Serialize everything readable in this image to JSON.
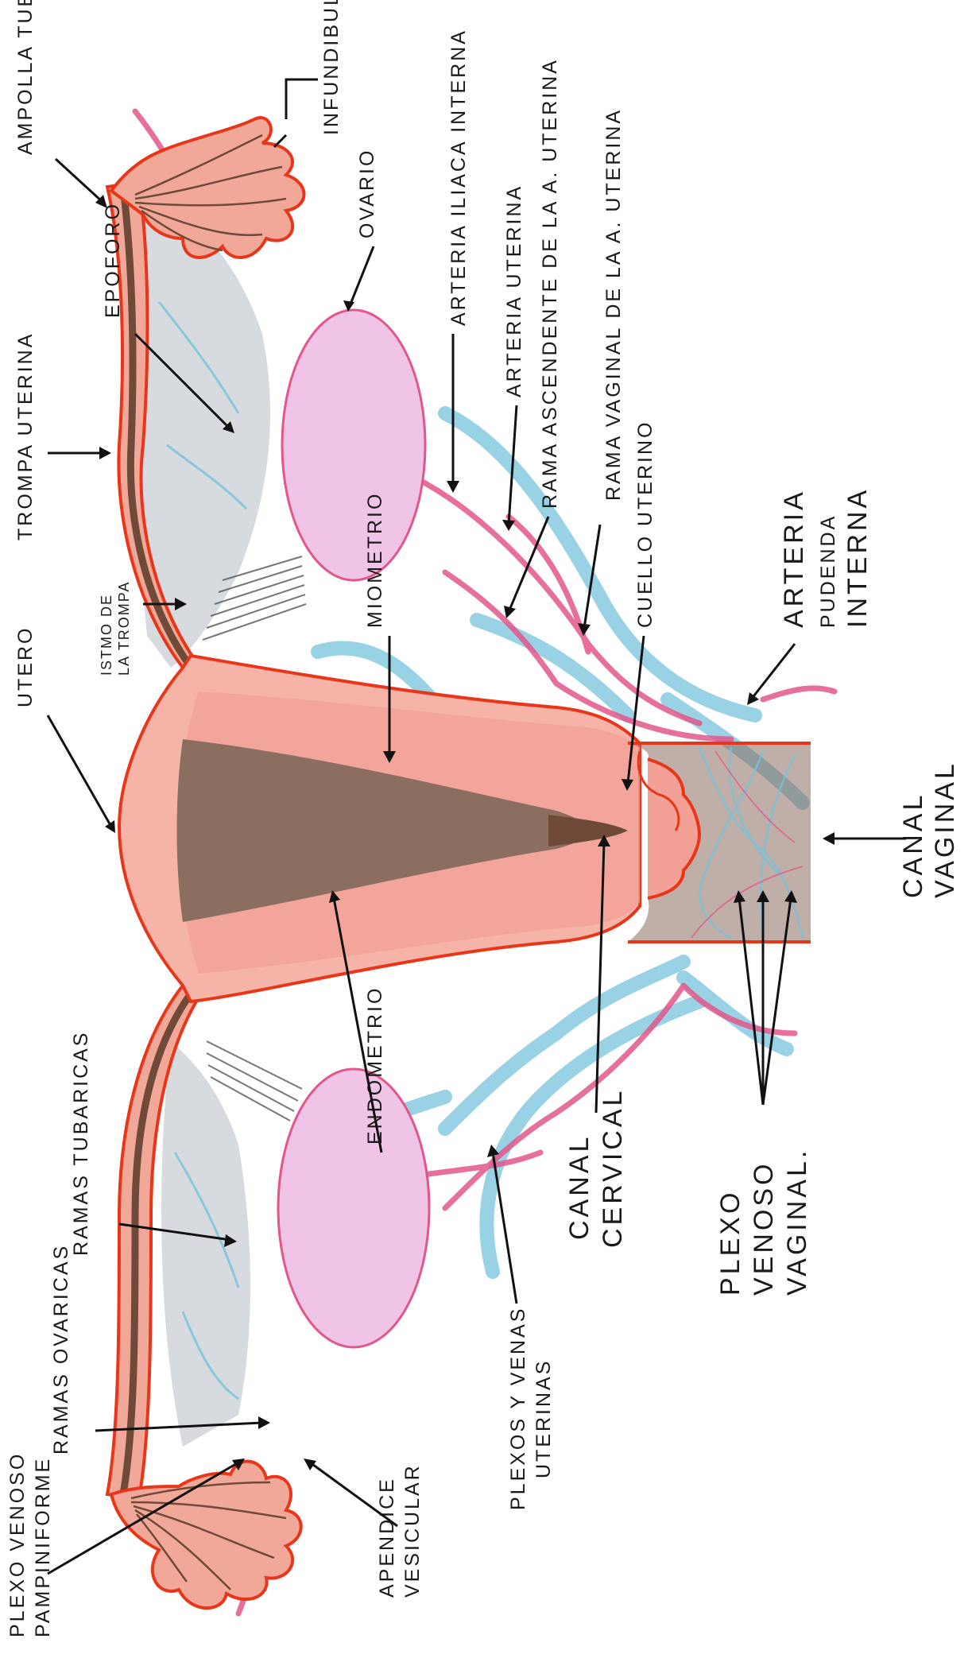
{
  "labels": {
    "ampolla": "AMPOLLA TUBARICA",
    "infundibulo": "INFUNDIBULO",
    "epoforo": "EPOFORO",
    "ovario": "OVARIO",
    "trompa": "TROMPA UTERINA",
    "iliaca": "ARTERIA ILIACA INTERNA",
    "arteria_uterina": "ARTERIA UTERINA",
    "rama_ascendente": "RAMA ASCENDENTE DE LA A. UTERINA",
    "rama_vaginal": "RAMA VAGINAL DE LA A. UTERINA",
    "istmo_1": "ISTMO DE",
    "istmo_2": "LA TROMPA",
    "utero": "UTERO",
    "miometrio": "MIOMETRIO",
    "cuello": "CUELLO UTERINO",
    "pudenda_1": "ARTERIA",
    "pudenda_2": "PUDENDA",
    "pudenda_3": "INTERNA",
    "canal_vaginal_1": "CANAL",
    "canal_vaginal_2": "VAGINAL",
    "ramas_tubaricas": "RAMAS TUBARICAS",
    "ramas_ovaricas": "RAMAS OVARICAS",
    "endometrio": "ENDOMETRIO",
    "plexo_pamp_1": "PLEXO VENOSO",
    "plexo_pamp_2": "PAMPINIFORME",
    "apendice_1": "APENDICE",
    "apendice_2": "VESICULAR",
    "plexos_uterinas_1": "PLEXOS Y VENAS",
    "plexos_uterinas_2": "UTERINAS",
    "canal_cervical_1": "CANAL",
    "canal_cervical_2": "CERVICAL",
    "plexo_vaginal_1": "PLEXO",
    "plexo_vaginal_2": "VENOSO",
    "plexo_vaginal_3": "VAGINAL."
  },
  "colors": {
    "outline": "#e8361a",
    "uterus_fill": "#f6b3a8",
    "myometrium_fill": "#f3a197",
    "cavity_fill": "#8c6e60",
    "ovary_fill": "#efc4e6",
    "artery": "#e2568a",
    "vein": "#76c3dc",
    "mesentery": "#c9cdd3",
    "tube_fill": "#f2a898",
    "tube_core": "#6f4a38"
  }
}
